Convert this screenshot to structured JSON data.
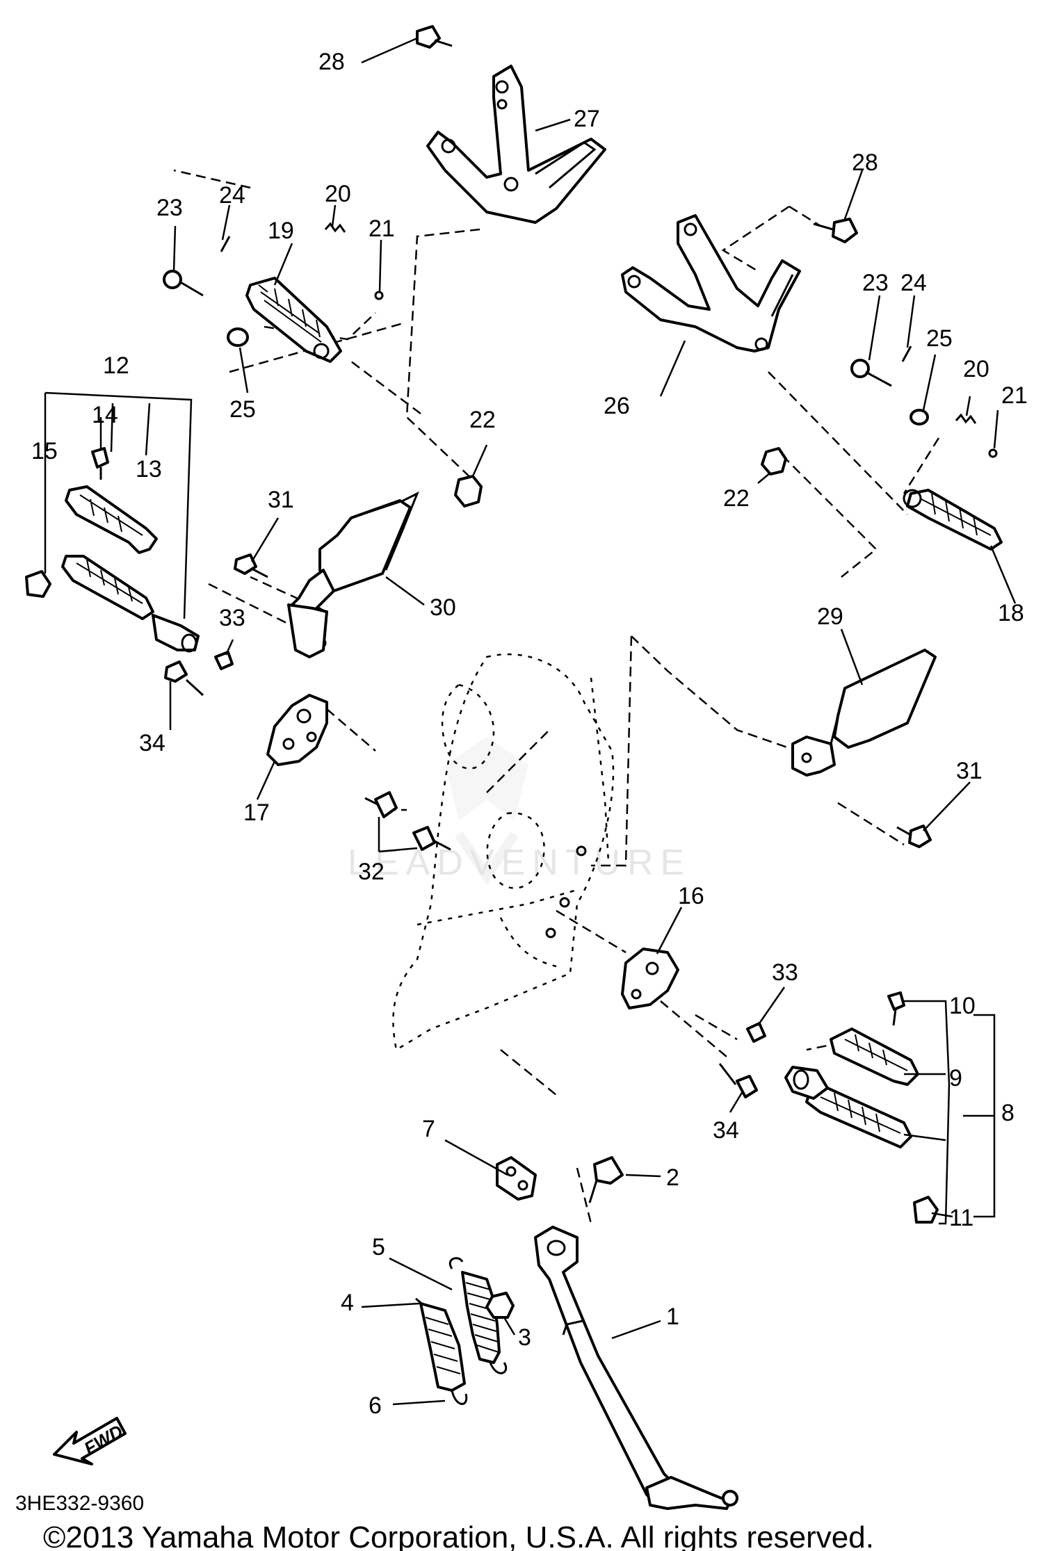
{
  "diagram_code": "3HE332-9360",
  "copyright": "©2013 Yamaha Motor Corporation, U.S.A. All rights reserved.",
  "watermark": "LEADVENTURE",
  "fwd_label": "FWD",
  "parts": {
    "p1": "1",
    "p2": "2",
    "p3": "3",
    "p4": "4",
    "p5": "5",
    "p6": "6",
    "p7": "7",
    "p8": "8",
    "p9": "9",
    "p10": "10",
    "p11": "11",
    "p12": "12",
    "p13": "13",
    "p14": "14",
    "p15": "15",
    "p16": "16",
    "p17": "17",
    "p18": "18",
    "p19": "19",
    "p20a": "20",
    "p20b": "20",
    "p21a": "21",
    "p21b": "21",
    "p22a": "22",
    "p22b": "22",
    "p23a": "23",
    "p23b": "23",
    "p24a": "24",
    "p24b": "24",
    "p25a": "25",
    "p25b": "25",
    "p26": "26",
    "p27": "27",
    "p28a": "28",
    "p28b": "28",
    "p29": "29",
    "p30": "30",
    "p31a": "31",
    "p31b": "31",
    "p32": "32",
    "p33a": "33",
    "p33b": "33",
    "p34a": "34",
    "p34b": "34"
  }
}
